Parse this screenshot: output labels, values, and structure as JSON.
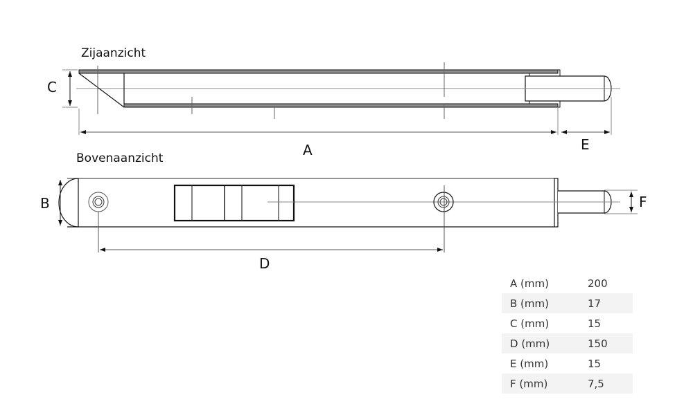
{
  "views": {
    "side": {
      "title": "Zijaanzicht"
    },
    "top": {
      "title": "Bovenaanzicht"
    }
  },
  "dimension_labels": {
    "A": "A",
    "B": "B",
    "C": "C",
    "D": "D",
    "E": "E",
    "F": "F"
  },
  "dimensions_table": {
    "rows": [
      {
        "label": "A (mm)",
        "value": "200"
      },
      {
        "label": "B (mm)",
        "value": "17"
      },
      {
        "label": "C (mm)",
        "value": "15"
      },
      {
        "label": "D (mm)",
        "value": "150"
      },
      {
        "label": "E (mm)",
        "value": "15"
      },
      {
        "label": "F (mm)",
        "value": "7,5"
      }
    ]
  },
  "colors": {
    "line": "#111111",
    "plate_fill": "#8c8c8c",
    "center_line": "#777777",
    "table_stripe": "#f3f3f3"
  }
}
